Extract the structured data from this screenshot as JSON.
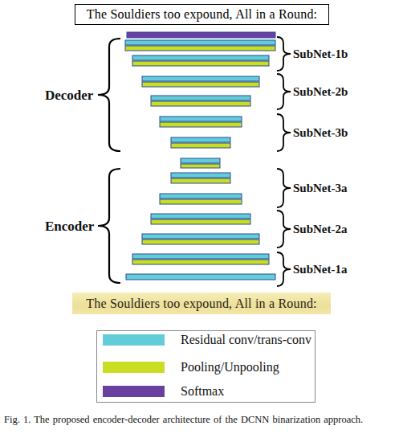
{
  "diagram": {
    "caption": "Fig. 1. The proposed encoder-decoder architecture of the DCNN binarization approach.",
    "nodes": [
      {
        "text": [
          "The Souldiers too expound, All in a Round:"
        ]
      },
      {
        "text": [
          "The Souldiers too expound, All in a Round:"
        ]
      }
    ],
    "labels": [
      "Decoder",
      "Encoder",
      "SubNet-1b",
      "SubNet-2b",
      "SubNet-3b",
      "SubNet-3a",
      "SubNet-2a",
      "SubNet-1a"
    ],
    "legend": [
      {
        "text": "Residual conv/trans-conv",
        "color": "#62cdd8"
      },
      {
        "text": "Pooling/Unpooling",
        "color": "#c9dd22"
      },
      {
        "text": "Softmax",
        "color": "#6b3fa0"
      }
    ]
  }
}
